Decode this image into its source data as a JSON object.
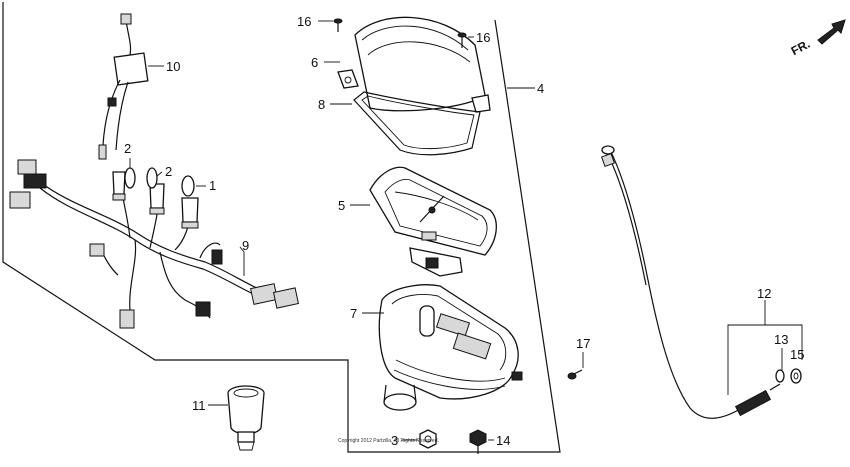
{
  "callouts": {
    "c1": "1",
    "c2a": "2",
    "c2b": "2",
    "c3": "3",
    "c4": "4",
    "c5": "5",
    "c6": "6",
    "c7": "7",
    "c8": "8",
    "c9": "9",
    "c10": "10",
    "c11": "11",
    "c12": "12",
    "c13": "13",
    "c14": "14",
    "c15": "15",
    "c16a": "16",
    "c16b": "16",
    "c17": "17"
  },
  "direction": {
    "label": "FR."
  },
  "watermark": {
    "text": "Copyright 2012 Partzilla. All Rights Reserved."
  }
}
